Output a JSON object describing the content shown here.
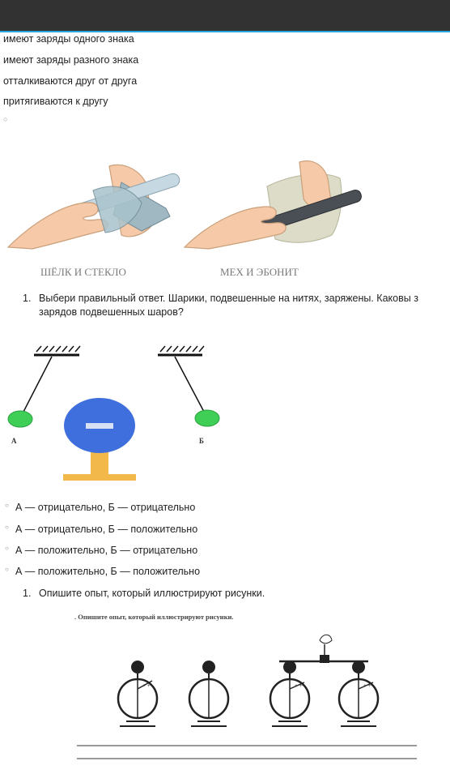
{
  "top_options": [
    "имеют заряды одного знака",
    "имеют заряды разного знака",
    "отталкиваются друг от друга",
    "притягиваются к другу"
  ],
  "top_radio_mark": "○",
  "figure1": {
    "left_caption": "ШЁЛК И СТЕКЛО",
    "right_caption": "МЕХ И ЭБОНИТ"
  },
  "question1": {
    "number": "1.",
    "line1": "Выбери правильный ответ. Шарики, подвешенные на нитях, заряжены. Каковы з",
    "line2": "зарядов подвешенных шаров?"
  },
  "figure2": {
    "label_a": "А",
    "label_b": "Б",
    "center_sign": "−"
  },
  "answers": [
    "А — отрицательно, Б — отрицательно",
    "А — отрицательно, Б — положительно",
    "А — положительно, Б — отрицательно",
    "А — положительно, Б — положительно"
  ],
  "radio_mark": "○",
  "question2": {
    "number": "1.",
    "text": "Опишите опыт, который иллюстрируют рисунки."
  },
  "figure3": {
    "caption": ". Опишите опыт, который иллюстрируют рисунки."
  },
  "colors": {
    "topbar": "#323232",
    "ball_green": "#3fcf57",
    "sphere_blue": "#3f6fdc",
    "stand_yellow": "#f2b84a"
  }
}
